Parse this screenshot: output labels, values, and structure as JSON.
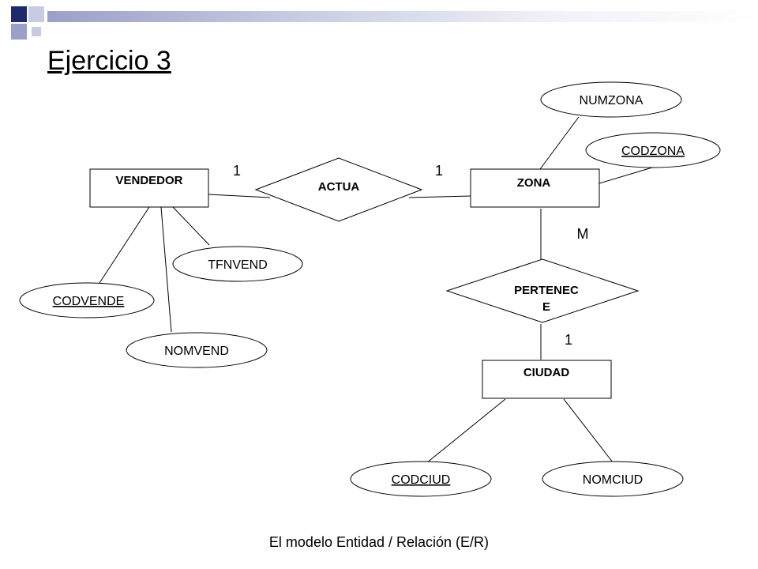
{
  "slide": {
    "title": "Ejercicio 3",
    "footer": "El modelo Entidad / Relación (E/R)"
  },
  "diagram": {
    "entities": [
      {
        "id": "vendedor",
        "label": "VENDEDOR"
      },
      {
        "id": "zona",
        "label": "ZONA"
      },
      {
        "id": "ciudad",
        "label": "CIUDAD"
      }
    ],
    "relationships": [
      {
        "id": "actua",
        "label": "ACTUA"
      },
      {
        "id": "pertenece",
        "label_line1": "PERTENEC",
        "label_line2": "E"
      }
    ],
    "attributes": [
      {
        "id": "numzona",
        "label": "NUMZONA",
        "key": false
      },
      {
        "id": "codzona",
        "label": "CODZONA",
        "key": true
      },
      {
        "id": "tfnvend",
        "label": "TFNVEND",
        "key": false
      },
      {
        "id": "codvende",
        "label": "CODVENDE",
        "key": true
      },
      {
        "id": "nomvend",
        "label": "NOMVEND",
        "key": false
      },
      {
        "id": "codciud",
        "label": "CODCIUD",
        "key": true
      },
      {
        "id": "nomciud",
        "label": "NOMCIUD",
        "key": false
      }
    ],
    "cardinalities": [
      {
        "id": "vendedor-actua",
        "label": "1"
      },
      {
        "id": "actua-zona",
        "label": "1"
      },
      {
        "id": "zona-pertenece",
        "label": "M"
      },
      {
        "id": "pertenece-ciudad",
        "label": "1"
      }
    ]
  },
  "colors": {
    "deco_dark": "#1f2a6e",
    "deco_light": "#9aa0c8",
    "line": "#000000"
  }
}
